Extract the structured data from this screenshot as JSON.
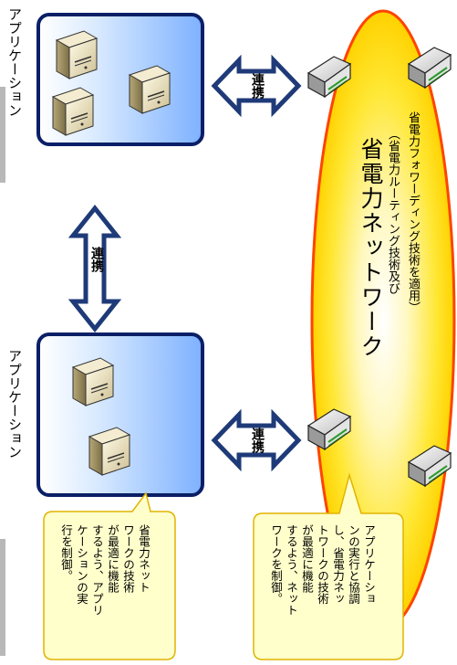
{
  "app_label_top": "アプリケーション",
  "app_label_bottom": "アプリケーション",
  "link_label": "連携",
  "network_title": "省電力ネットワーク",
  "network_subtitle_line1": "（省電力ルーティング技術及び",
  "network_subtitle_line2": "省電力フォワーディング技術を適用）",
  "callout_left": [
    "省電力ネット",
    "ワークの技術",
    "が最適に機能",
    "するよう、アプリ",
    "ケーションの実",
    "行を制御。"
  ],
  "callout_right": [
    "アプリケーショ",
    "ンの実行と協調",
    "し、省電力ネッ",
    "トワークの技術",
    "が最適に機能",
    "するよう、ネット",
    "ワークを制御。"
  ],
  "colors": {
    "app_border": "#0a1f66",
    "arrow_border": "#1f3a78",
    "ellipse_border": "#ff4400",
    "ellipse_fill": "#ffe733",
    "callout_fill": "#ffffcc",
    "callout_border": "#e0b400"
  }
}
